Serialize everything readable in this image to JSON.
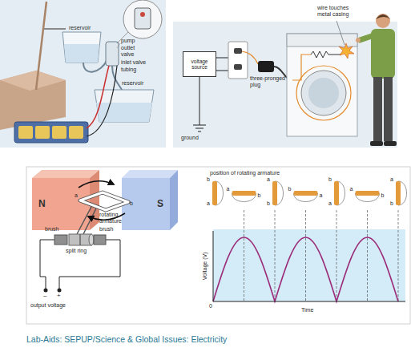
{
  "diagram": {
    "caption": "Lab-Aids: SEPUP/Science & Global Issues: Electricity",
    "nodes": [
      {
        "text": [
          "voltage source"
        ]
      },
      {
        "text": [
          "N"
        ]
      },
      {
        "text": [
          "S"
        ]
      }
    ],
    "labels": [
      "reservoir",
      "pump",
      "outlet valve",
      "inlet valve",
      "tubing",
      "reservoir",
      "wire touches metal casing",
      "three-pronged plug",
      "ground",
      "rotating armature",
      "brush",
      "brush",
      "split ring",
      "–",
      "+",
      "output voltage",
      "a",
      "b",
      "position of rotating armature",
      "b",
      "a",
      "a",
      "b",
      "a",
      "b",
      "b",
      "a",
      "b",
      "a",
      "a",
      "b",
      "a",
      "b",
      "Voltage (V)",
      "0",
      "Time"
    ]
  }
}
